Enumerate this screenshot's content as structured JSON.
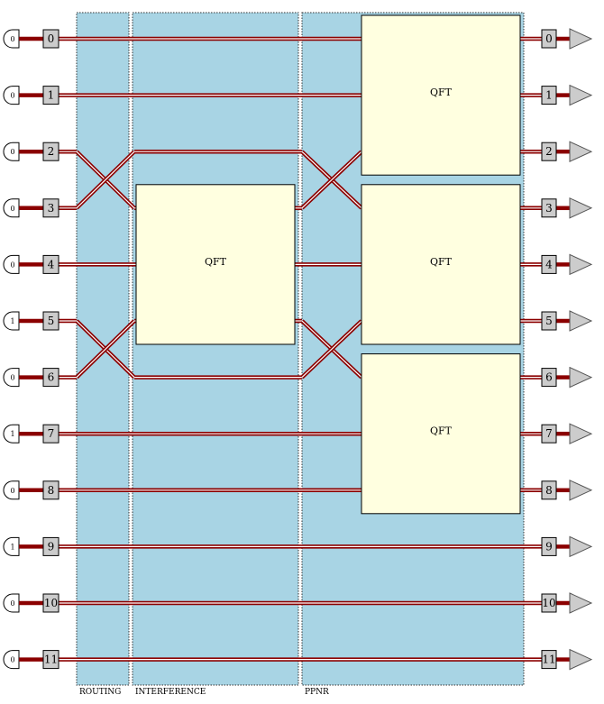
{
  "sections": [
    {
      "label": "ROUTING"
    },
    {
      "label": "INTERFERENCE"
    },
    {
      "label": "PPNR"
    }
  ],
  "qubits": [
    {
      "index": "0",
      "input": "0",
      "output": "0"
    },
    {
      "index": "1",
      "input": "0",
      "output": "1"
    },
    {
      "index": "2",
      "input": "0",
      "output": "2"
    },
    {
      "index": "3",
      "input": "0",
      "output": "3"
    },
    {
      "index": "4",
      "input": "0",
      "output": "4"
    },
    {
      "index": "5",
      "input": "1",
      "output": "5"
    },
    {
      "index": "6",
      "input": "0",
      "output": "6"
    },
    {
      "index": "7",
      "input": "1",
      "output": "7"
    },
    {
      "index": "8",
      "input": "0",
      "output": "8"
    },
    {
      "index": "9",
      "input": "1",
      "output": "9"
    },
    {
      "index": "10",
      "input": "0",
      "output": "10"
    },
    {
      "index": "11",
      "input": "0",
      "output": "11"
    }
  ],
  "gates": [
    {
      "label": "QFT",
      "section": "INTERFERENCE",
      "qubits": [
        3,
        4,
        5
      ]
    },
    {
      "label": "QFT",
      "section": "PPNR",
      "qubits": [
        0,
        1,
        2
      ]
    },
    {
      "label": "QFT",
      "section": "PPNR",
      "qubits": [
        3,
        4,
        5
      ]
    },
    {
      "label": "QFT",
      "section": "PPNR",
      "qubits": [
        6,
        7,
        8
      ]
    }
  ],
  "swaps": [
    {
      "section": "ROUTING",
      "qubits": [
        2,
        3
      ]
    },
    {
      "section": "ROUTING",
      "qubits": [
        5,
        6
      ]
    },
    {
      "section": "PPNR",
      "qubits": [
        2,
        3
      ]
    },
    {
      "section": "PPNR",
      "qubits": [
        5,
        6
      ]
    }
  ],
  "colors": {
    "section_fill": "#a8d4e4",
    "wire": "#8b0000",
    "wire_highlight": "#ffffff",
    "gate_fill": "#ffffe0",
    "label_box": "#cccccc"
  }
}
